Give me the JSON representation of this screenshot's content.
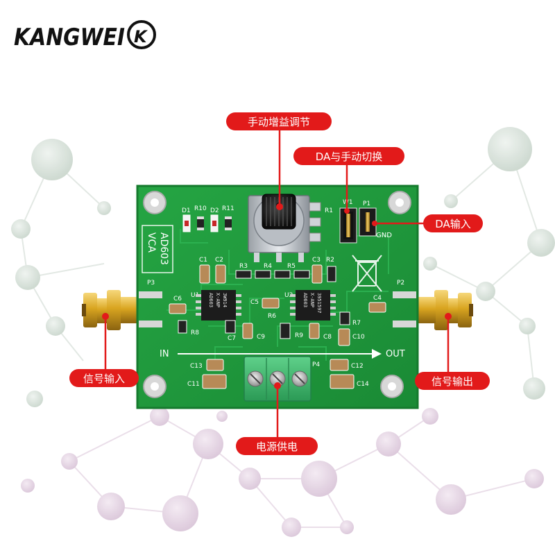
{
  "brand": {
    "logo_text": "KANGWEI",
    "logo_mark": "K"
  },
  "callouts": {
    "manual_gain": "手动增益调节",
    "da_switch": "DA与手动切换",
    "da_input": "DA输入",
    "signal_in": "信号输入",
    "signal_out": "信号输出",
    "power": "电源供电"
  },
  "board": {
    "model_label": "AD603",
    "function_label": "VCA",
    "in_label": "IN",
    "out_label": "OUT",
    "gnd_label": "GND",
    "chip1_lines": [
      "AD603",
      "X-ANP",
      "3W914"
    ],
    "chip2_lines": [
      "AD603",
      "X-ANP",
      "3951597"
    ],
    "designators": {
      "d1": "D1",
      "r10": "R10",
      "d2": "D2",
      "r11": "R11",
      "r1": "R1",
      "w1": "W1",
      "p1": "P1",
      "c1": "C1",
      "c2": "C2",
      "r3": "R3",
      "r4": "R4",
      "r5": "R5",
      "c3": "C3",
      "r2": "R2",
      "p3": "P3",
      "p2": "P2",
      "c6": "C6",
      "u1": "U1",
      "c5": "C5",
      "u2": "U2",
      "c4": "C4",
      "r8": "R8",
      "c7": "C7",
      "c9": "C9",
      "r6": "R6",
      "r9": "R9",
      "c8": "C8",
      "r7": "R7",
      "c10": "C10",
      "c13": "C13",
      "p4": "P4",
      "c12": "C12",
      "c11": "C11",
      "c14": "C14"
    }
  },
  "colors": {
    "callout_red": "#e21a1a",
    "pcb_green": "#1f9a3c",
    "pcb_edge": "#157a2d",
    "terminal_green": "#39b26a",
    "gold": "#d9a520"
  }
}
